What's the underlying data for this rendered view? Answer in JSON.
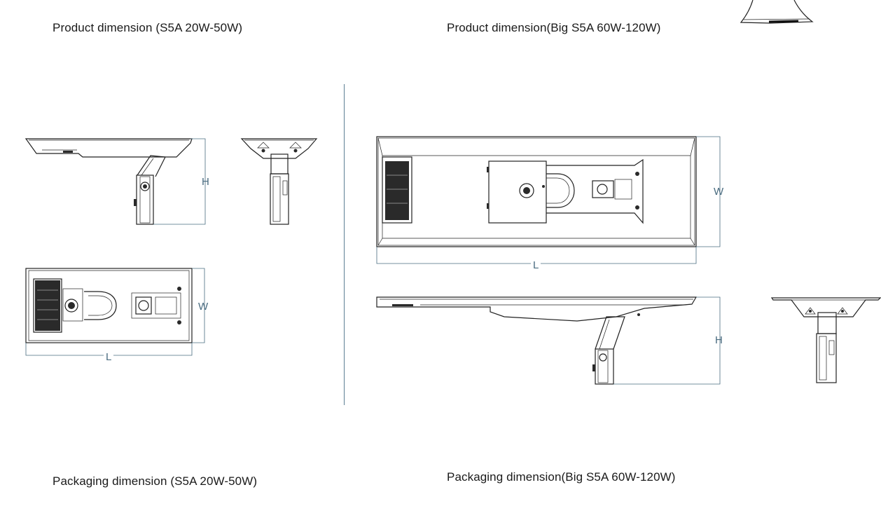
{
  "headings": {
    "small_product": "Product dimension (S5A 20W-50W)",
    "big_product": "Product dimension(Big S5A 60W-120W)",
    "small_packaging": "Packaging dimension (S5A 20W-50W)",
    "big_packaging": "Packaging dimension(Big S5A 60W-120W)"
  },
  "dimension_labels": {
    "height": "H",
    "width": "W",
    "length": "L"
  },
  "colors": {
    "dimension_line": "#4a6c80",
    "outline": "#222222"
  }
}
